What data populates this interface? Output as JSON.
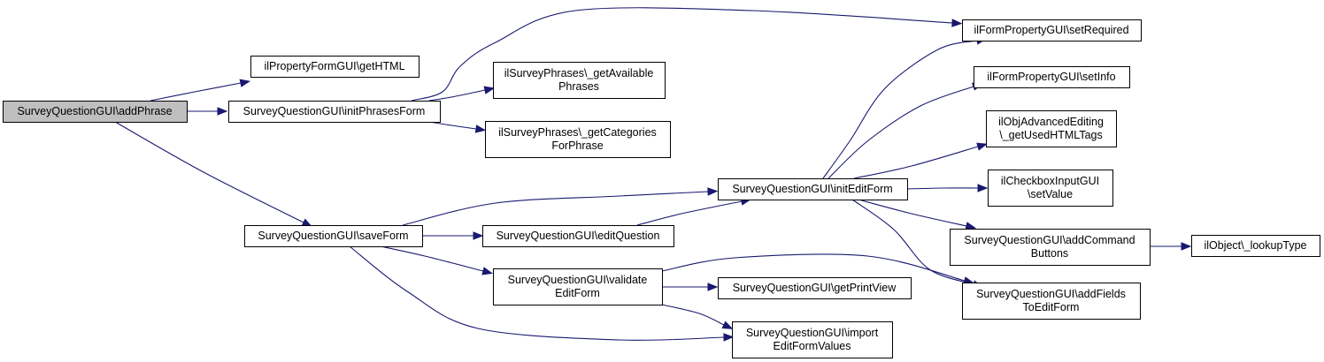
{
  "graph": {
    "nodes": [
      {
        "id": "addPhrase",
        "lines": [
          "SurveyQuestionGUI\\addPhrase"
        ],
        "root": true
      },
      {
        "id": "getHTML",
        "lines": [
          "ilPropertyFormGUI\\getHTML"
        ]
      },
      {
        "id": "initPhrasesForm",
        "lines": [
          "SurveyQuestionGUI\\initPhrasesForm"
        ]
      },
      {
        "id": "getAvailablePhrases",
        "lines": [
          "ilSurveyPhrases\\_getAvailable",
          "Phrases"
        ]
      },
      {
        "id": "getCategoriesForPhrase",
        "lines": [
          "ilSurveyPhrases\\_getCategories",
          "ForPhrase"
        ]
      },
      {
        "id": "setRequired",
        "lines": [
          "ilFormPropertyGUI\\setRequired"
        ]
      },
      {
        "id": "setInfo",
        "lines": [
          "ilFormPropertyGUI\\setInfo"
        ]
      },
      {
        "id": "getUsedHTMLTags",
        "lines": [
          "ilObjAdvancedEditing",
          "\\_getUsedHTMLTags"
        ]
      },
      {
        "id": "setValue",
        "lines": [
          "ilCheckboxInputGUI",
          "\\setValue"
        ]
      },
      {
        "id": "initEditForm",
        "lines": [
          "SurveyQuestionGUI\\initEditForm"
        ]
      },
      {
        "id": "saveForm",
        "lines": [
          "SurveyQuestionGUI\\saveForm"
        ]
      },
      {
        "id": "editQuestion",
        "lines": [
          "SurveyQuestionGUI\\editQuestion"
        ]
      },
      {
        "id": "addCommandButtons",
        "lines": [
          "SurveyQuestionGUI\\addCommand",
          "Buttons"
        ]
      },
      {
        "id": "lookupType",
        "lines": [
          "ilObject\\_lookupType"
        ]
      },
      {
        "id": "validateEditForm",
        "lines": [
          "SurveyQuestionGUI\\validate",
          "EditForm"
        ]
      },
      {
        "id": "getPrintView",
        "lines": [
          "SurveyQuestionGUI\\getPrintView"
        ]
      },
      {
        "id": "addFieldsToEditForm",
        "lines": [
          "SurveyQuestionGUI\\addFields",
          "ToEditForm"
        ]
      },
      {
        "id": "importEditFormValues",
        "lines": [
          "SurveyQuestionGUI\\import",
          "EditFormValues"
        ]
      }
    ],
    "edges": [
      {
        "from": "addPhrase",
        "to": "getHTML"
      },
      {
        "from": "addPhrase",
        "to": "initPhrasesForm"
      },
      {
        "from": "addPhrase",
        "to": "saveForm"
      },
      {
        "from": "initPhrasesForm",
        "to": "setRequired"
      },
      {
        "from": "initPhrasesForm",
        "to": "getAvailablePhrases"
      },
      {
        "from": "initPhrasesForm",
        "to": "getCategoriesForPhrase"
      },
      {
        "from": "saveForm",
        "to": "initEditForm"
      },
      {
        "from": "saveForm",
        "to": "editQuestion"
      },
      {
        "from": "saveForm",
        "to": "validateEditForm"
      },
      {
        "from": "saveForm",
        "to": "importEditFormValues"
      },
      {
        "from": "editQuestion",
        "to": "initEditForm"
      },
      {
        "from": "initEditForm",
        "to": "setRequired"
      },
      {
        "from": "initEditForm",
        "to": "setInfo"
      },
      {
        "from": "initEditForm",
        "to": "getUsedHTMLTags"
      },
      {
        "from": "initEditForm",
        "to": "setValue"
      },
      {
        "from": "initEditForm",
        "to": "addCommandButtons"
      },
      {
        "from": "initEditForm",
        "to": "addFieldsToEditForm"
      },
      {
        "from": "addCommandButtons",
        "to": "lookupType"
      },
      {
        "from": "validateEditForm",
        "to": "addFieldsToEditForm"
      },
      {
        "from": "validateEditForm",
        "to": "getPrintView"
      },
      {
        "from": "validateEditForm",
        "to": "importEditFormValues"
      }
    ]
  }
}
